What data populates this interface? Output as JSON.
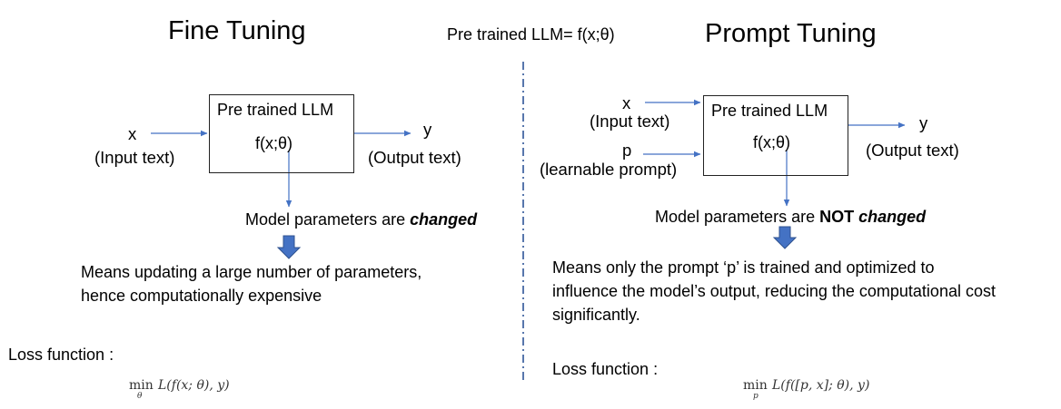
{
  "center": {
    "title": "Pre trained LLM= f(x;θ)"
  },
  "fine_tuning": {
    "title": "Fine Tuning",
    "box_line1": "Pre trained LLM",
    "box_line2": "f(x;θ)",
    "input_symbol": "x",
    "input_label": "(Input text)",
    "output_symbol": "y",
    "output_label": "(Output text)",
    "params_prefix": "Model parameters are ",
    "params_emphasis": "changed",
    "means_line1": "Means updating a large number of parameters,",
    "means_line2": "hence computationally expensive",
    "loss_label": "Loss function :",
    "loss_min": "min",
    "loss_sub": "θ",
    "loss_expr": "L(f(x; θ), y)"
  },
  "prompt_tuning": {
    "title": "Prompt Tuning",
    "box_line1": "Pre trained LLM",
    "box_line2": "f(x;θ)",
    "input_symbol": "x",
    "input_label": "(Input text)",
    "prompt_symbol": "p",
    "prompt_label": "(learnable prompt)",
    "output_symbol": "y",
    "output_label": "(Output text)",
    "params_prefix": "Model parameters are ",
    "params_not": "NOT",
    "params_emphasis": "changed",
    "means_line1": "Means only the prompt ‘p’ is trained and optimized to",
    "means_line2": "influence the model’s output, reducing the computational cost",
    "means_line3": "significantly.",
    "loss_label": "Loss function :",
    "loss_min": "min",
    "loss_sub": "p",
    "loss_expr": "L(f([p, x]; θ), y)"
  },
  "colors": {
    "arrow": "#4472c4",
    "block_arrow_fill": "#4472c4",
    "block_arrow_stroke": "#2f528f",
    "divider": "#2e5597",
    "text": "#000000"
  }
}
